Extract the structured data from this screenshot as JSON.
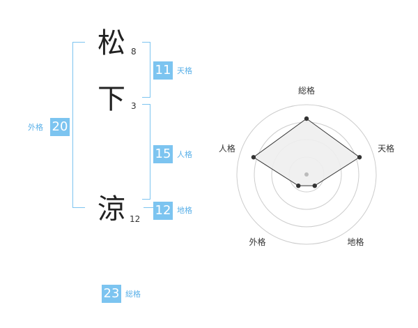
{
  "name": {
    "chars": [
      {
        "char": "松",
        "strokes": "8"
      },
      {
        "char": "下",
        "strokes": "3"
      },
      {
        "char": "涼",
        "strokes": "12"
      }
    ]
  },
  "kaku": {
    "tenkaku": {
      "value": "11",
      "label": "天格"
    },
    "jinkaku": {
      "value": "15",
      "label": "人格"
    },
    "chikaku": {
      "value": "12",
      "label": "地格"
    },
    "gaikaku": {
      "value": "20",
      "label": "外格"
    },
    "soukaku": {
      "value": "23",
      "label": "総格"
    }
  },
  "chart_data": {
    "type": "radar",
    "axes": [
      "総格",
      "天格",
      "地格",
      "外格",
      "人格"
    ],
    "values": [
      4,
      4,
      1,
      1,
      4
    ],
    "scale_max": 5,
    "rings": 4,
    "colors": {
      "fill": "#eeeeee",
      "line": "#333333",
      "ring": "#cccccc",
      "center": "#bbbbbb"
    }
  },
  "colors": {
    "accent": "#7cc4f0",
    "label": "#5ab0e8"
  }
}
